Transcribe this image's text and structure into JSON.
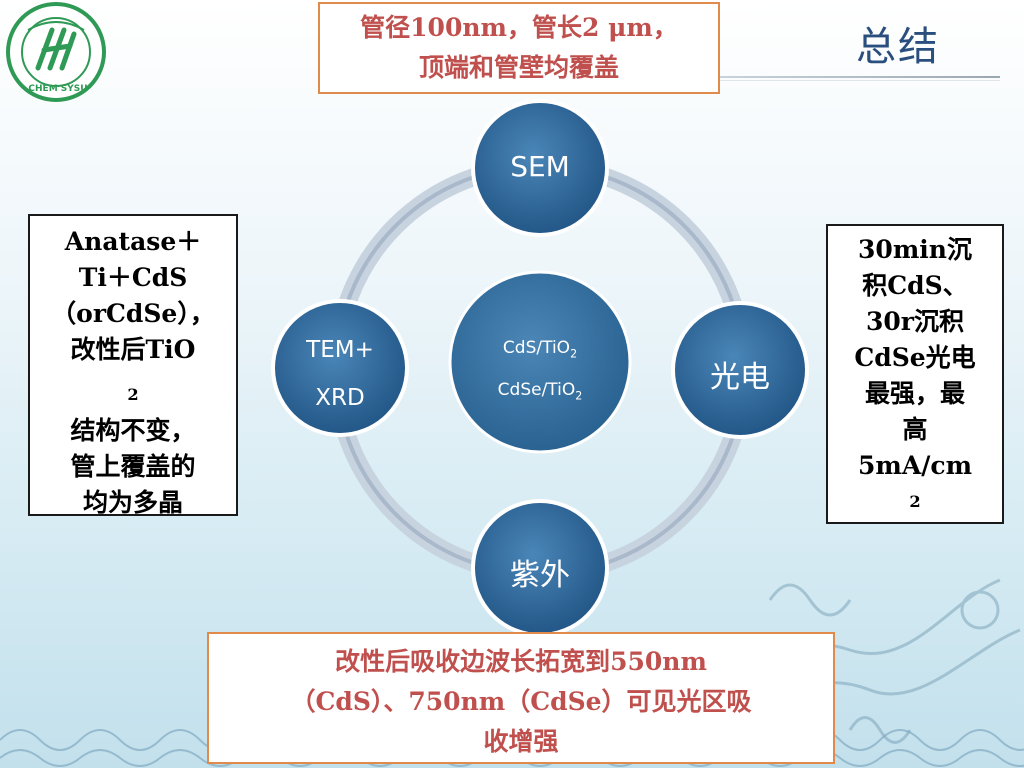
{
  "slide": {
    "title": "总结",
    "logo_text": "CHEM SYSU",
    "top_callout": {
      "line1": "管径100nm，管长2 μm，",
      "line2": "顶端和管壁均覆盖"
    },
    "bottom_callout": {
      "line1": "改性后吸收边波长拓宽到550nm",
      "line2": "（CdS）、750nm（CdSe）可见光区吸",
      "line3": "收增强"
    },
    "left_note": {
      "line1": "Anatase＋",
      "line2": "Ti＋CdS",
      "line3": "（orCdSe），",
      "line4_pre": "改性后TiO",
      "line4_sub": "2",
      "line5": "结构不变，",
      "line6": "管上覆盖的",
      "line7": "均为多晶"
    },
    "right_note": {
      "line1": "30min沉",
      "line2": "积CdS、",
      "line3": "30r沉积",
      "line4": "CdSe光电",
      "line5": "最强，最",
      "line6": "高",
      "line7_pre": "5mA/cm",
      "line7_sup": "2"
    },
    "diagram": {
      "center": {
        "line1_pre": "CdS/TiO",
        "line1_sub": "2",
        "line2_pre": "CdSe/TiO",
        "line2_sub": "2"
      },
      "top_node": "SEM",
      "right_node": "光电",
      "bottom_node": "紫外",
      "left_node_line1": "TEM+",
      "left_node_line2": "XRD"
    }
  },
  "colors": {
    "node_fill": "#2e6a9e",
    "node_border": "#ffffff",
    "ring": "#b9c6d6",
    "callout_border": "#e08a4c",
    "callout_text": "#c0504d",
    "title": "#2a4f7e",
    "logo": "#2f9a55"
  }
}
